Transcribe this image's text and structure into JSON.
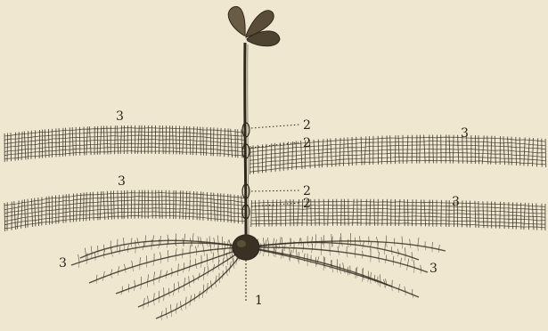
{
  "figure": {
    "colors": {
      "paper": "#efe7d0",
      "ink": "#2f271c"
    },
    "labels": {
      "seed": "1",
      "nodes": [
        "2",
        "2",
        "2",
        "2"
      ],
      "roots": [
        "3",
        "3",
        "3",
        "3",
        "3",
        "3"
      ]
    }
  }
}
